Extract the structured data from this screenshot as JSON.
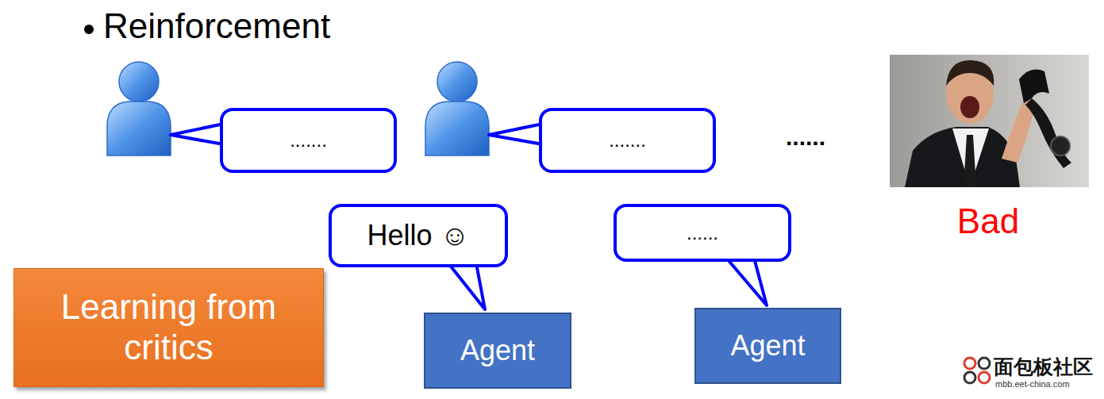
{
  "diagram": {
    "title": "Reinforcement",
    "nodes": [
      {
        "text": [
          "......."
        ]
      },
      {
        "text": [
          "......."
        ]
      },
      {
        "text": [
          "Hello ☺"
        ]
      },
      {
        "text": [
          "......"
        ]
      },
      {
        "text": [
          "Learning from critics"
        ]
      },
      {
        "text": [
          "Agent"
        ]
      },
      {
        "text": [
          "Agent"
        ]
      }
    ],
    "labels": [
      "......",
      "Bad",
      "面包板社区",
      "mbb.eet-china.com"
    ]
  }
}
